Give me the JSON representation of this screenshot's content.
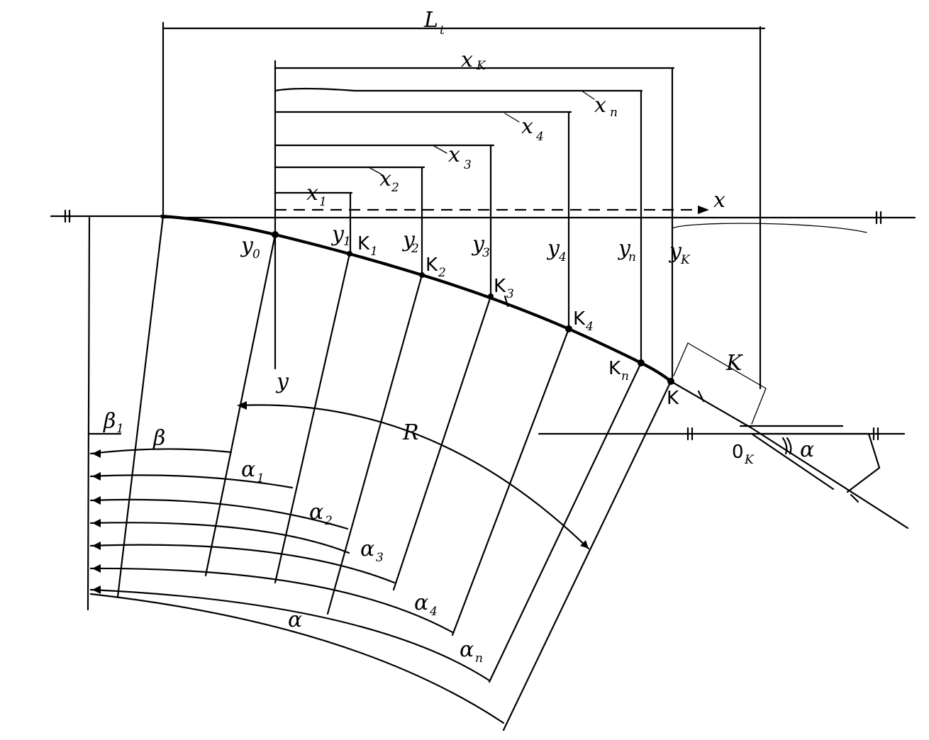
{
  "labels": {
    "Lt": "L",
    "Lt_sub": "t",
    "xk": "x",
    "xk_sub": "K",
    "xn": "x",
    "xn_sub": "n",
    "x4": "x",
    "x4_sub": "4",
    "x3": "x",
    "x3_sub": "3",
    "x2": "x",
    "x2_sub": "2",
    "x1": "x",
    "x1_sub": "1",
    "x_axis": "x",
    "y0": "y",
    "y0_sub": "0",
    "y1": "y",
    "y1_sub": "1",
    "y2": "y",
    "y2_sub": "2",
    "y3": "y",
    "y3_sub": "3",
    "y4": "y",
    "y4_sub": "4",
    "yn": "y",
    "yn_sub": "n",
    "yk": "y",
    "yk_sub": "K",
    "y_axis": "y",
    "K1": "K",
    "K1_sub": "1",
    "K2": "K",
    "K2_sub": "2",
    "K3": "K",
    "K3_sub": "3",
    "K4": "K",
    "K4_sub": "4",
    "Kn": "K",
    "Kn_sub": "n",
    "K": "K",
    "K_len": "K",
    "R": "R",
    "Ok": "0",
    "Ok_sub": "K",
    "alpha_turn": "α",
    "beta1": "β",
    "beta1_sub": "1",
    "beta": "β",
    "alpha1": "α",
    "alpha1_sub": "1",
    "alpha2": "α",
    "alpha2_sub": "2",
    "alpha3": "α",
    "alpha3_sub": "3",
    "alpha4": "α",
    "alpha4_sub": "4",
    "alphan": "α",
    "alphan_sub": "n",
    "alpha": "α"
  }
}
